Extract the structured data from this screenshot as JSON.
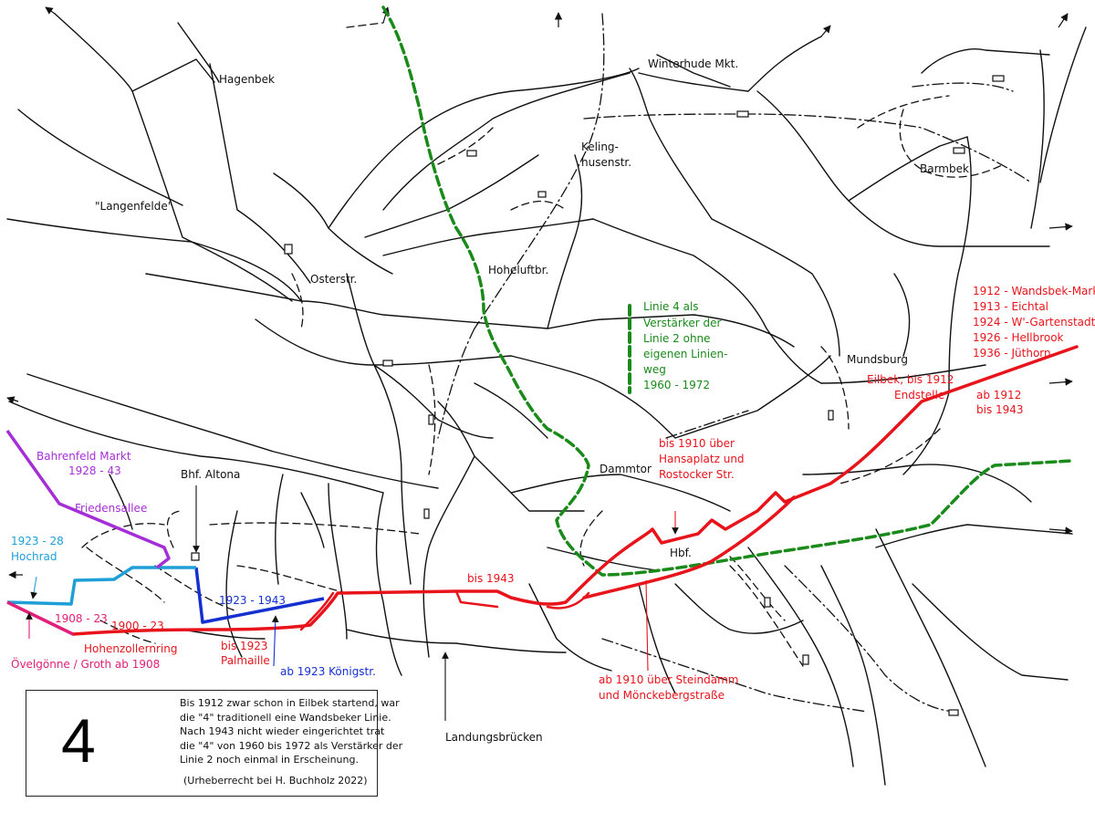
{
  "map": {
    "line_number": "4",
    "place_labels": {
      "hagenbek": "Hagenbek",
      "langenfelde": "\"Langenfelde\"",
      "osterstr": "Osterstr.",
      "winterhude": "Winterhude Mkt.",
      "kelinghusen_1": "Keling-",
      "kelinghusen_2": "husenstr.",
      "barmbek": "Barmbek",
      "hoheluft": "Hoheluftbr.",
      "mundsburg": "Mundsburg",
      "dammtor": "Dammtor",
      "bhf_altona": "Bhf. Altona",
      "hbf": "Hbf.",
      "landungsbruecken": "Landungsbrücken"
    },
    "green_note": [
      "Linie 4 als",
      "Verstärker der",
      "Linie 2 ohne",
      "eigenen Linien-",
      "weg",
      "1960 - 1972"
    ],
    "red_extensions": [
      "1912 - Wandsbek-Markt",
      "1913 - Eichtal",
      "1924 - W'-Gartenstadt",
      "1926 - Hellbrook",
      "1936 - Jüthorn"
    ],
    "red_labels": {
      "eilbek_1": "Eilbek, bis 1912",
      "eilbek_2": "Endstelle",
      "ab1912_1": "ab 1912",
      "ab1912_2": "bis 1943",
      "hansaplatz_1": "bis 1910 über",
      "hansaplatz_2": "Hansaplatz und",
      "hansaplatz_3": "Rostocker Str.",
      "bis1943": "bis 1943",
      "steindamm_1": "ab 1910 über Steindamm",
      "steindamm_2": "und Mönckebergstraße",
      "y1900": "1900 - 23",
      "hohenzollernring": "Hohenzollernring",
      "palmaille_1": "bis 1923",
      "palmaille_2": "Palmaille"
    },
    "purple_labels": {
      "bahrenfeld_1": "Bahrenfeld Markt",
      "bahrenfeld_2": "1928 - 43",
      "friedensallee": "Friedensallee"
    },
    "cyan_labels": {
      "hochrad_1": "1923 - 28",
      "hochrad_2": "Hochrad"
    },
    "magenta_labels": {
      "y1908": "1908 - 23",
      "oevelgoenne": "Övelgönne / Groth ab 1908"
    },
    "blue_labels": {
      "y1923": "1923 - 1943",
      "koenigstr": "ab 1923 Königstr."
    },
    "info_box": {
      "text": "Bis 1912 zwar schon in Eilbek startend, war\ndie \"4\" traditionell eine Wandsbeker Linie.\nNach 1943 nicht wieder eingerichtet trat\ndie \"4\" von 1960 bis 1972 als Verstärker der\nLinie 2 noch einmal in Erscheinung.",
      "copyright": "(Urheberrecht bei H. Buchholz 2022)"
    },
    "colors": {
      "line_red": "#e8141c",
      "line_green": "#1a8a1a",
      "line_blue": "#1530d0",
      "line_cyan": "#1e9fd8",
      "line_purple": "#a52fd6",
      "line_magenta": "#e0207a",
      "network": "#111111"
    }
  }
}
